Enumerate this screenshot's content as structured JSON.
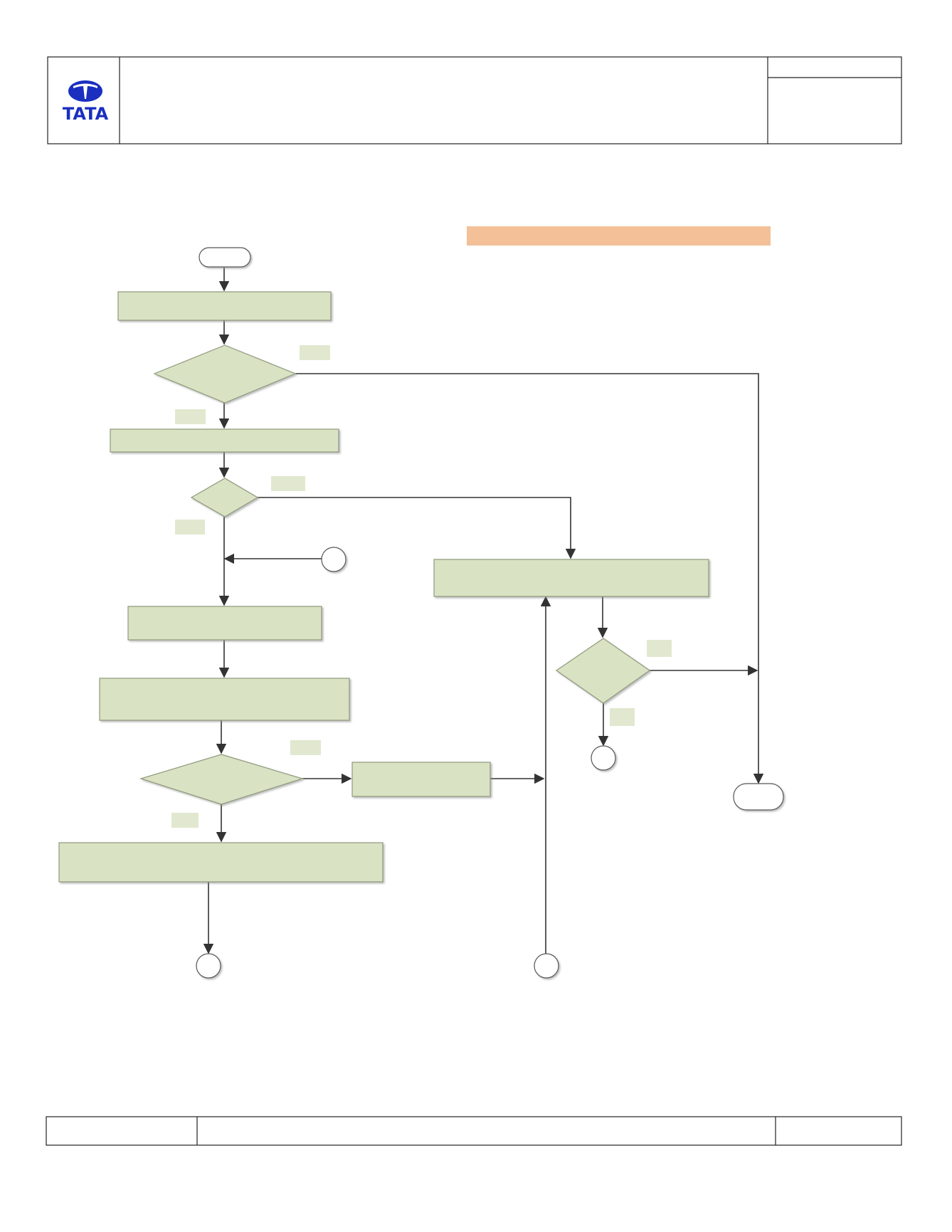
{
  "header": {
    "logo_text": "TATA",
    "logo_color": "#1a2fc0"
  },
  "flowchart": {
    "colors": {
      "box_fill": "#d9e2c3",
      "box_border": "#8e9a7c",
      "highlight_bar": "#f3c097",
      "label_tag": "#e1e8cf",
      "line": "#333333"
    },
    "nodes": [
      {
        "id": "start-terminal",
        "shape": "terminal"
      },
      {
        "id": "process-1",
        "shape": "process"
      },
      {
        "id": "decision-1",
        "shape": "decision"
      },
      {
        "id": "process-2",
        "shape": "process"
      },
      {
        "id": "decision-2",
        "shape": "decision"
      },
      {
        "id": "connector-in-left",
        "shape": "connector"
      },
      {
        "id": "process-3",
        "shape": "process"
      },
      {
        "id": "process-4",
        "shape": "process"
      },
      {
        "id": "decision-3",
        "shape": "decision"
      },
      {
        "id": "process-5",
        "shape": "process"
      },
      {
        "id": "process-6",
        "shape": "process"
      },
      {
        "id": "connector-bottom-left",
        "shape": "connector"
      },
      {
        "id": "connector-bottom-middle",
        "shape": "connector"
      },
      {
        "id": "process-right",
        "shape": "process"
      },
      {
        "id": "decision-right",
        "shape": "decision"
      },
      {
        "id": "connector-right",
        "shape": "connector"
      },
      {
        "id": "end-terminal",
        "shape": "terminal"
      }
    ]
  }
}
